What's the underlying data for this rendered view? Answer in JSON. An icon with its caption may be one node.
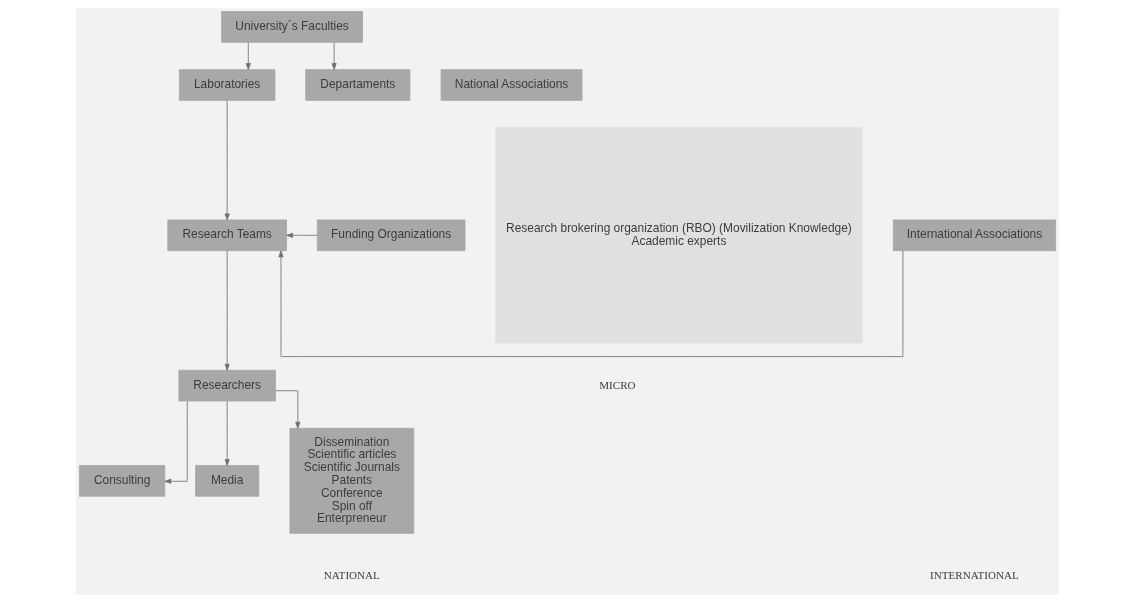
{
  "diagram": {
    "nodes": [
      {
        "text": [
          "University´s Faculties"
        ]
      },
      {
        "text": [
          "National Associations"
        ]
      },
      {
        "text": [
          "Laboratories"
        ]
      },
      {
        "text": [
          "Departaments"
        ]
      },
      {
        "text": [
          "Funding Organizations"
        ]
      },
      {
        "text": [
          "Research Teams"
        ]
      },
      {
        "text": [
          "International Associations"
        ]
      },
      {
        "text": [
          "Researchers"
        ]
      },
      {
        "text": [
          "Consulting"
        ]
      },
      {
        "text": [
          "Media"
        ]
      },
      {
        "text": [
          "Dissemination",
          "Scientific articles",
          "Scientific Journals",
          "Patents",
          "Conference",
          "Spin off",
          "Enterpreneur"
        ]
      },
      {
        "text": [
          "Research brokering organization (RBO) (Movilization Knowledge)",
          "Academic experts"
        ]
      }
    ],
    "edges": [
      {
        "from": 0,
        "to": 2,
        "arrow": "to"
      },
      {
        "from": 0,
        "to": 3,
        "arrow": "to"
      },
      {
        "from": 2,
        "to": 5,
        "arrow": "to"
      },
      {
        "from": 4,
        "to": 5,
        "arrow": "to"
      },
      {
        "from": 6,
        "to": 5,
        "arrow": "to"
      },
      {
        "from": 5,
        "to": 7,
        "arrow": "to"
      },
      {
        "from": 7,
        "to": 8,
        "arrow": "to"
      },
      {
        "from": 7,
        "to": 9,
        "arrow": "to"
      },
      {
        "from": 7,
        "to": 10,
        "arrow": "to"
      }
    ],
    "labels": [
      "MICRO",
      "NATIONAL",
      "INTERNATIONAL"
    ]
  }
}
